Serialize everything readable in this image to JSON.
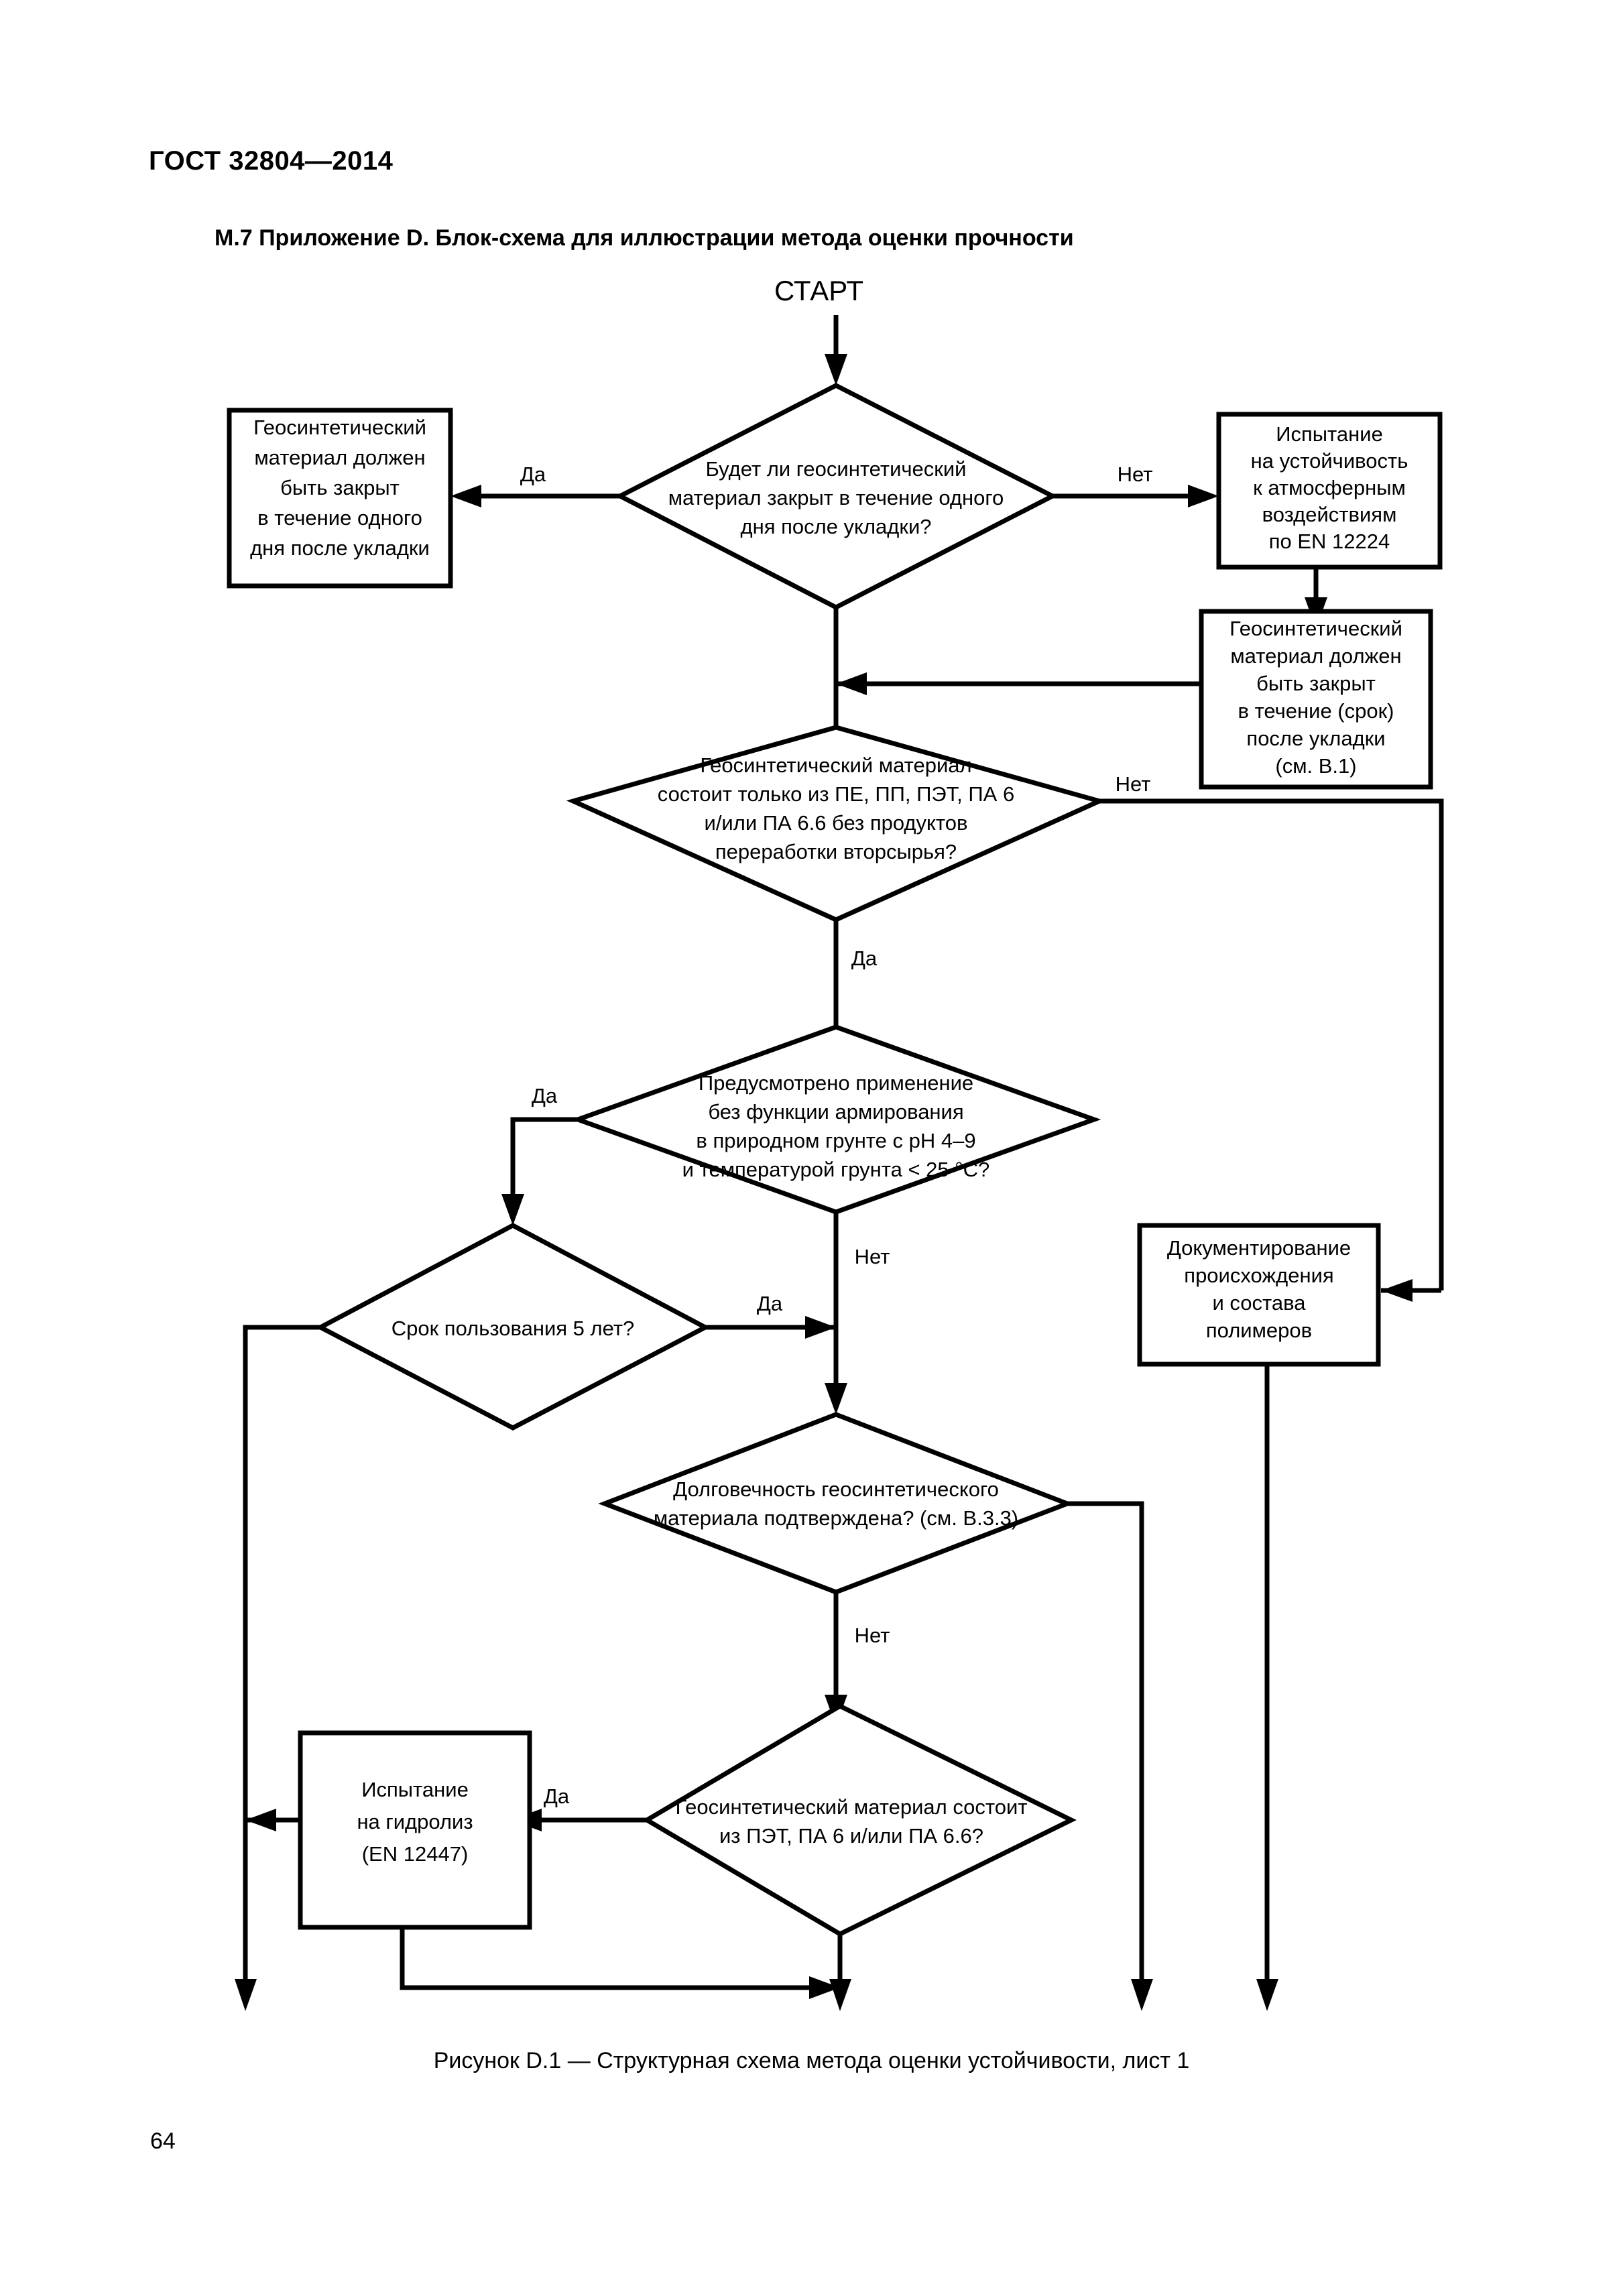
{
  "document": {
    "header": "ГОСТ 32804—2014",
    "section_title": "М.7  Приложение D. Блок-схема для иллюстрации метода оценки прочности",
    "figure_caption": "Рисунок D.1  — Структурная схема метода оценки устойчивости, лист 1",
    "page_number": "64"
  },
  "diagram": {
    "type": "flowchart",
    "start_label": "СТАРТ",
    "nodes": {
      "box_one_day": {
        "shape": "process",
        "lines": [
          "Геосинтетический",
          "материал должен",
          "быть закрыт",
          "в течение одного",
          "дня после укладки"
        ]
      },
      "decision_covered_one_day": {
        "shape": "decision",
        "lines": [
          "Будет ли геосинтетический",
          "материал закрыт в течение одного",
          "дня после укладки?"
        ]
      },
      "box_weathering_test": {
        "shape": "process",
        "lines": [
          "Испытание",
          "на устойчивость",
          "к атмосферным",
          "воздействиям",
          "по EN 12224"
        ]
      },
      "box_cover_period": {
        "shape": "process",
        "lines": [
          "Геосинтетический",
          "материал должен",
          "быть закрыт",
          "в течение (срок)",
          "после укладки",
          "(см. B.1)"
        ]
      },
      "decision_polymer_composition": {
        "shape": "decision",
        "lines": [
          "Геосинтетический материал",
          "состоит только из ПЕ, ПП, ПЭТ, ПА 6",
          "и/или ПА 6.6 без продуктов",
          "переработки вторсырья?"
        ]
      },
      "decision_no_reinforcement": {
        "shape": "decision",
        "lines": [
          "Предусмотрено применение",
          "без функции армирования",
          "в природном грунте с pH 4–9",
          "и температурой грунта < 25 °С?"
        ]
      },
      "decision_service_life": {
        "shape": "decision",
        "lines": [
          "Срок пользования 5 лет?"
        ]
      },
      "box_documentation": {
        "shape": "process",
        "lines": [
          "Документирование",
          "происхождения",
          "и состава",
          "полимеров"
        ]
      },
      "decision_durability": {
        "shape": "decision",
        "lines": [
          "Долговечность геосинтетического",
          "материала подтверждена? (см. B.3.3)"
        ]
      },
      "box_hydrolysis_test": {
        "shape": "process",
        "lines": [
          "Испытание",
          "на гидролиз",
          "(EN 12447)"
        ]
      },
      "decision_pet_pa": {
        "shape": "decision",
        "lines": [
          "Геосинтетический материал состоит",
          "из ПЭТ, ПА 6 и/или ПА 6.6?"
        ]
      }
    },
    "edge_labels": {
      "yes": "Да",
      "no": "Нет"
    },
    "edges": [
      {
        "from": "start",
        "to": "decision_covered_one_day",
        "label": ""
      },
      {
        "from": "decision_covered_one_day",
        "to": "box_one_day",
        "label": "Да"
      },
      {
        "from": "decision_covered_one_day",
        "to": "box_weathering_test",
        "label": "Нет"
      },
      {
        "from": "box_weathering_test",
        "to": "box_cover_period",
        "label": ""
      },
      {
        "from": "box_cover_period",
        "to": "decision_polymer_composition",
        "label": ""
      },
      {
        "from": "decision_covered_one_day",
        "to": "decision_polymer_composition",
        "label": ""
      },
      {
        "from": "decision_polymer_composition",
        "to": "decision_no_reinforcement",
        "label": "Да"
      },
      {
        "from": "decision_polymer_composition",
        "to": "box_documentation",
        "label": "Нет"
      },
      {
        "from": "decision_no_reinforcement",
        "to": "decision_service_life",
        "label": "Да"
      },
      {
        "from": "decision_no_reinforcement",
        "to": "decision_durability",
        "label": "Нет"
      },
      {
        "from": "decision_service_life",
        "to": "decision_durability",
        "label": "Да"
      },
      {
        "from": "decision_durability",
        "to": "decision_pet_pa",
        "label": "Нет"
      },
      {
        "from": "decision_pet_pa",
        "to": "box_hydrolysis_test",
        "label": "Да"
      }
    ]
  }
}
